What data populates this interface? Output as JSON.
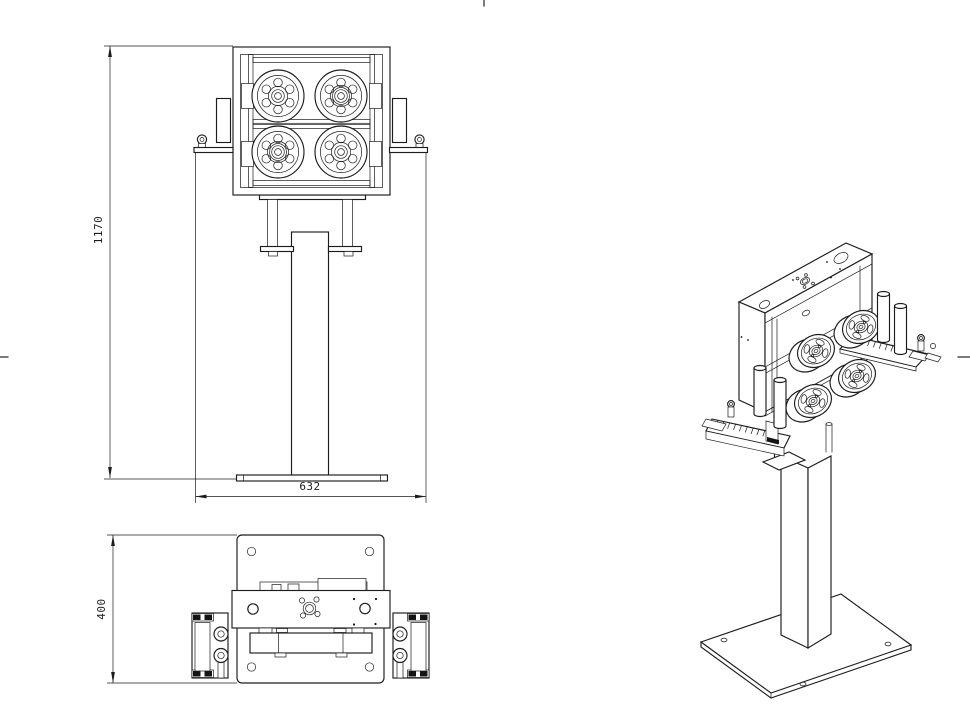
{
  "drawing": {
    "background_color": "#ffffff",
    "line_color": "#1c1c1c",
    "views": {
      "front_view": {
        "dim_height": "1170",
        "dim_width": "632"
      },
      "plan_view": {
        "dim_depth": "400"
      },
      "isometric_view": {}
    }
  }
}
